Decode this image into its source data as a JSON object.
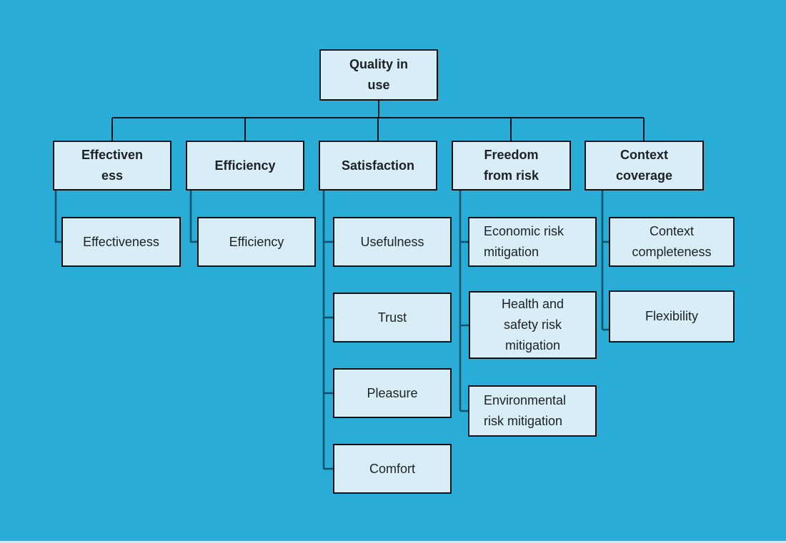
{
  "diagram": {
    "colors": {
      "background": "#29ACD5",
      "node_fill": "#D8EDF6",
      "node_border": "#0F1315",
      "level1_connector": "#101417",
      "level2_connector": "#10506C",
      "text": "#1B2125"
    },
    "nodes": {
      "quality_in_use": {
        "lines": [
          "Quality in",
          "use"
        ]
      },
      "effectiveness_l2": {
        "lines": [
          "Effectiven",
          "ess"
        ]
      },
      "efficiency_l2": {
        "lines": [
          "Efficiency"
        ]
      },
      "satisfaction": {
        "lines": [
          "Satisfaction"
        ]
      },
      "freedom_from_risk": {
        "lines": [
          "Freedom",
          "from risk"
        ]
      },
      "context_coverage": {
        "lines": [
          "Context",
          "coverage"
        ]
      },
      "effectiveness": {
        "lines": [
          "Effectiveness"
        ]
      },
      "efficiency": {
        "lines": [
          "Efficiency"
        ]
      },
      "usefulness": {
        "lines": [
          "Usefulness"
        ]
      },
      "trust": {
        "lines": [
          "Trust"
        ]
      },
      "pleasure": {
        "lines": [
          "Pleasure"
        ]
      },
      "comfort": {
        "lines": [
          "Comfort"
        ]
      },
      "economic_risk": {
        "lines": [
          "Economic risk",
          "mitigation"
        ]
      },
      "health_safety_risk": {
        "lines": [
          "Health and",
          "safety risk",
          "mitigation"
        ]
      },
      "environmental_risk": {
        "lines": [
          "Environmental",
          "risk mitigation"
        ]
      },
      "context_completeness": {
        "lines": [
          "Context",
          "completeness"
        ]
      },
      "flexibility": {
        "lines": [
          "Flexibility"
        ]
      }
    },
    "edges": [
      [
        "quality_in_use",
        "effectiveness_l2"
      ],
      [
        "quality_in_use",
        "efficiency_l2"
      ],
      [
        "quality_in_use",
        "satisfaction"
      ],
      [
        "quality_in_use",
        "freedom_from_risk"
      ],
      [
        "quality_in_use",
        "context_coverage"
      ],
      [
        "effectiveness_l2",
        "effectiveness"
      ],
      [
        "efficiency_l2",
        "efficiency"
      ],
      [
        "satisfaction",
        "usefulness"
      ],
      [
        "satisfaction",
        "trust"
      ],
      [
        "satisfaction",
        "pleasure"
      ],
      [
        "satisfaction",
        "comfort"
      ],
      [
        "freedom_from_risk",
        "economic_risk"
      ],
      [
        "freedom_from_risk",
        "health_safety_risk"
      ],
      [
        "freedom_from_risk",
        "environmental_risk"
      ],
      [
        "context_coverage",
        "context_completeness"
      ],
      [
        "context_coverage",
        "flexibility"
      ]
    ]
  }
}
